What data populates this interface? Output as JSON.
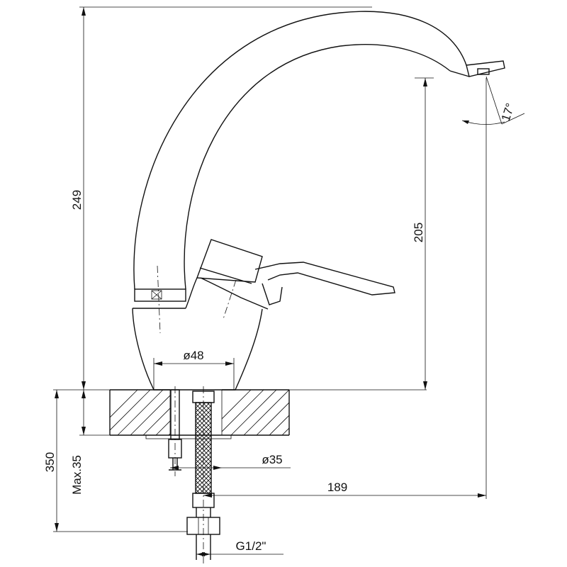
{
  "drawing": {
    "dimensions": {
      "total_height": "249",
      "spout_height": "205",
      "spout_angle": "17°",
      "base_diameter": "ø48",
      "hole_diameter": "ø35",
      "reach": "189",
      "hose_length": "350",
      "max_thickness": "Max.35",
      "connection": "G1/2\""
    }
  }
}
